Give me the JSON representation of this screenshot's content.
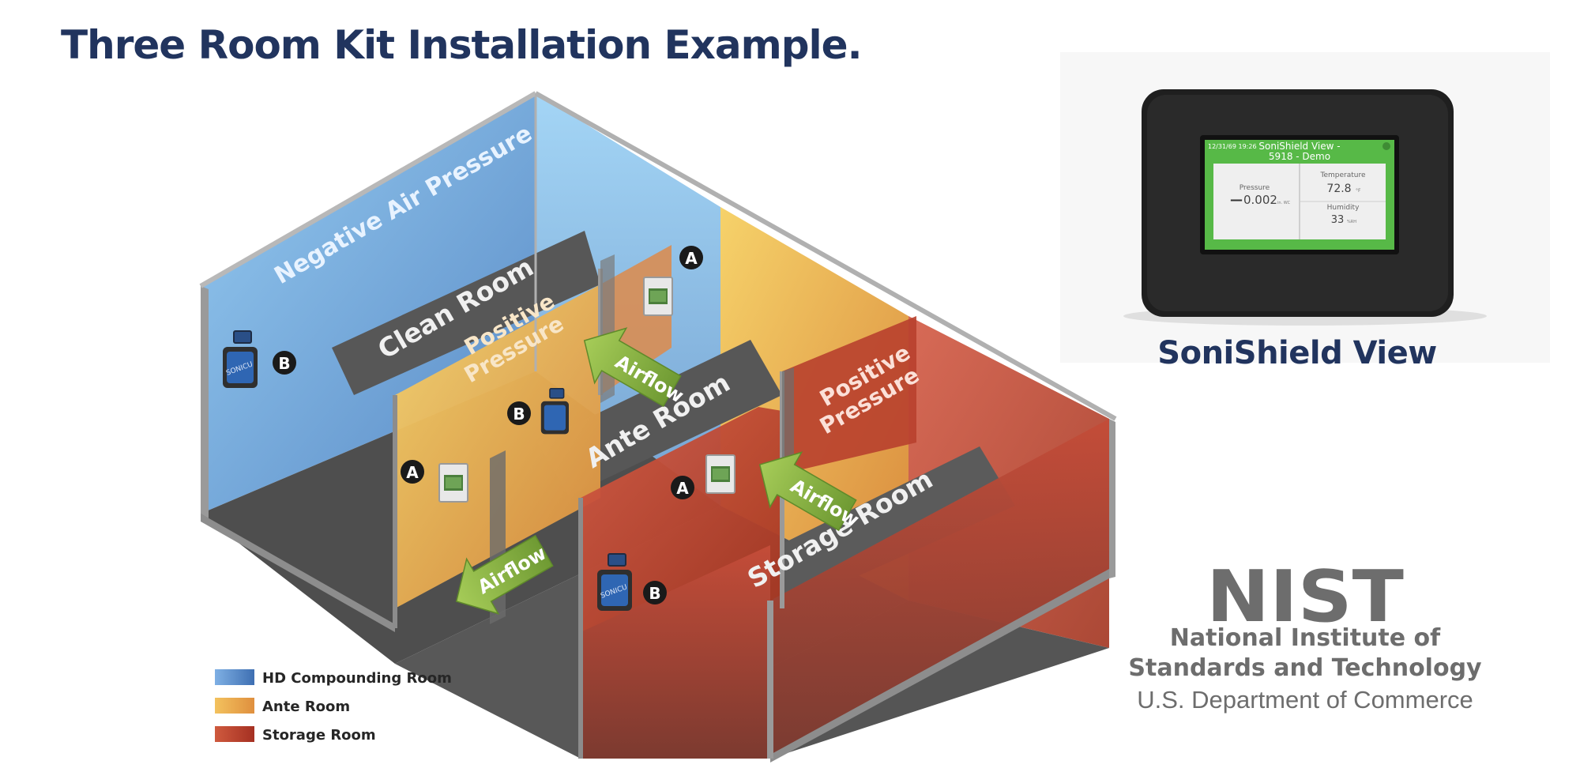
{
  "title": "Three Room Kit Installation Example.",
  "diagram": {
    "wall_label": "Negative Air Pressure",
    "rooms": [
      {
        "label": "Clean Room"
      },
      {
        "label": "Ante Room"
      },
      {
        "label": "Storage Room"
      }
    ],
    "pressure_labels": [
      {
        "line1": "Positive",
        "line2": "Pressure"
      },
      {
        "line1": "Positive",
        "line2": "Pressure"
      }
    ],
    "airflow_label": "Airflow",
    "marker_a": "A",
    "marker_b": "B",
    "sensor_brand": "SONICU"
  },
  "legend": [
    {
      "label": "HD Compounding Room",
      "color": "#5a86c6"
    },
    {
      "label": "Ante Room",
      "color": "#e8a94e"
    },
    {
      "label": "Storage Room",
      "color": "#b84634"
    }
  ],
  "device": {
    "caption": "SoniShield View",
    "screen": {
      "datetime": "12/31/69 19:26",
      "title_line1": "SoniShield View -",
      "title_line2": "5918 - Demo",
      "pressure_label": "Pressure",
      "pressure_value": "0.002",
      "pressure_unit": "in. WC",
      "temperature_label": "Temperature",
      "temperature_value": "72.8",
      "temperature_unit": "°F",
      "humidity_label": "Humidity",
      "humidity_value": "33",
      "humidity_unit": "%RH"
    }
  },
  "logo": {
    "mark": "NIST",
    "name_line1": "National Institute of",
    "name_line2": "Standards and Technology",
    "department": "U.S. Department of Commerce"
  },
  "colors": {
    "title": "#21345e",
    "negative_room": "#5a96d8",
    "ante_room": "#e3a44c",
    "storage_room": "#b53e2c",
    "floor": "#5c5c5c",
    "airflow_arrow": "#8fb84a",
    "screen_green": "#57b947",
    "nist_gray": "#6d6d6d"
  }
}
